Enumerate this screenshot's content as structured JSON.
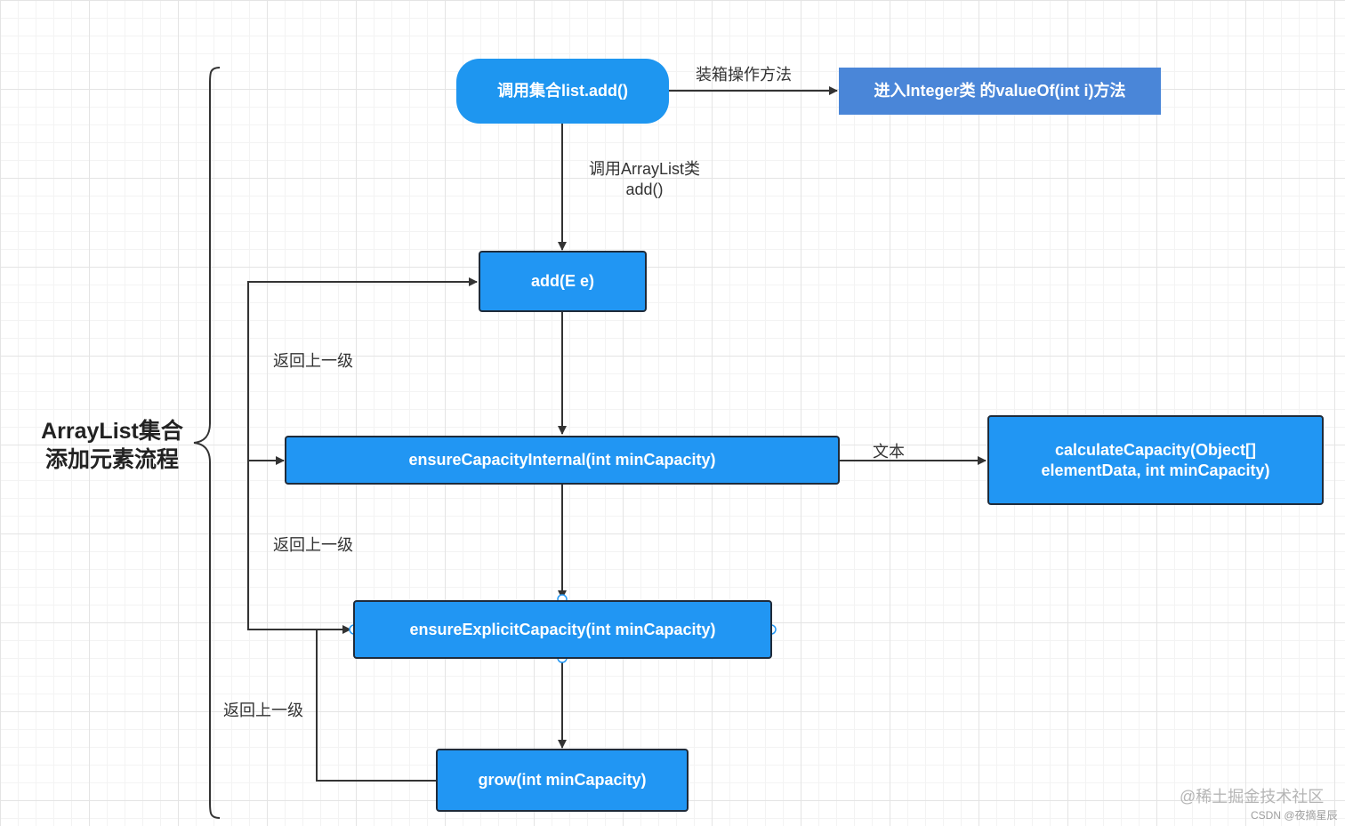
{
  "diagram": {
    "group_label_line1": "ArrayList集合",
    "group_label_line2": "添加元素流程",
    "nodes": {
      "call_list_add": "调用集合list.add()",
      "integer_valueof": "进入Integer类 的valueOf(int i)方法",
      "add_e": "add(E e)",
      "ensure_capacity_internal": "ensureCapacityInternal(int minCapacity)",
      "calculate_capacity_line1": "calculateCapacity(Object[]",
      "calculate_capacity_line2": "elementData, int minCapacity)",
      "ensure_explicit_capacity": "ensureExplicitCapacity(int minCapacity)",
      "grow": "grow(int minCapacity)"
    },
    "edge_labels": {
      "boxing": "装箱操作方法",
      "call_arraylist_line1": "调用ArrayList类",
      "call_arraylist_line2": "add()",
      "text": "文本",
      "return_1": "返回上一级",
      "return_2": "返回上一级",
      "return_3": "返回上一级"
    },
    "colors": {
      "node_fill": "#2196f3",
      "node_border": "#1f2b3a",
      "edge": "#333333"
    }
  },
  "watermark": {
    "juejin": "@稀土掘金技术社区",
    "csdn": "CSDN @夜摘星辰"
  }
}
